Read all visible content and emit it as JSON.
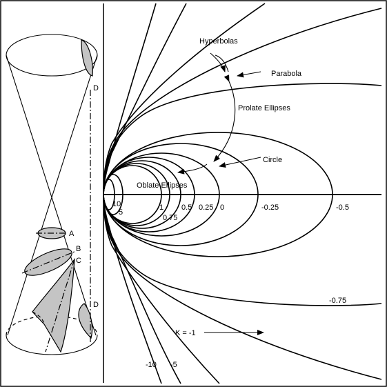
{
  "labels": {
    "hyperbolas": "Hyperbolas",
    "parabola": "Parabola",
    "prolate": "Prolate Ellipses",
    "circle": "Circle",
    "oblate": "Oblate Ellipses",
    "k_neg1": "K = -1"
  },
  "cone_points": {
    "a": "A",
    "b": "B",
    "c": "C",
    "d_top": "D",
    "d_bottom": "D"
  },
  "k_values": {
    "k10": "10",
    "k5": "5",
    "k1": "1",
    "k075": "0.75",
    "k05": "0.5",
    "k025": "0.25",
    "k0": "0",
    "km025": "-0.25",
    "km05": "-0.5",
    "km075": "-0.75",
    "km10": "-10",
    "km5": "-5"
  }
}
